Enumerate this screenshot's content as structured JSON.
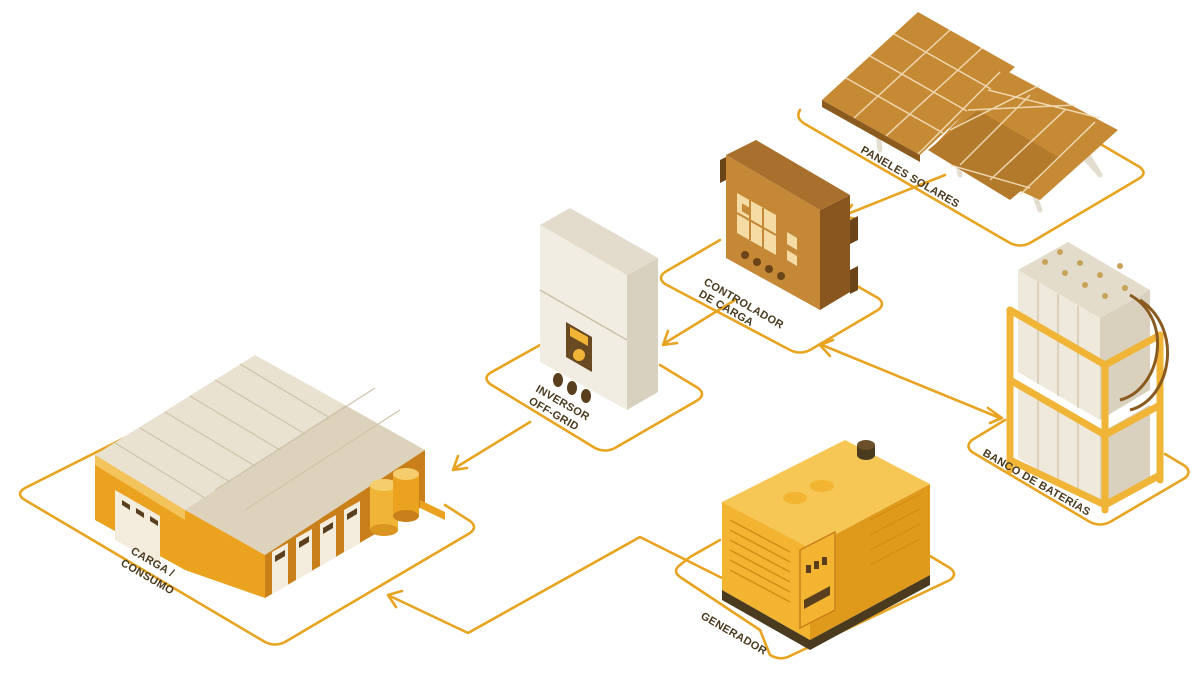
{
  "labels": {
    "paneles": "PANELES SOLARES",
    "controlador_1": "CONTROLADOR",
    "controlador_2": "DE CARGA",
    "inversor_1": "INVERSOR",
    "inversor_2": "OFF-GRID",
    "banco": "BANCO DE BATERÍAS",
    "carga_1": "CARGA /",
    "carga_2": "CONSUMO",
    "generador": "GENERADOR"
  },
  "colors": {
    "accent": "#e8a420",
    "label_text": "#4a3a1e",
    "panel_brown": "#b07a2e",
    "controller_brown": "#a0682a",
    "inverter_cream": "#efe9dc",
    "generator_yellow": "#f2b431",
    "building_orange": "#eba21f",
    "roof_cream": "#e9e2d1"
  }
}
